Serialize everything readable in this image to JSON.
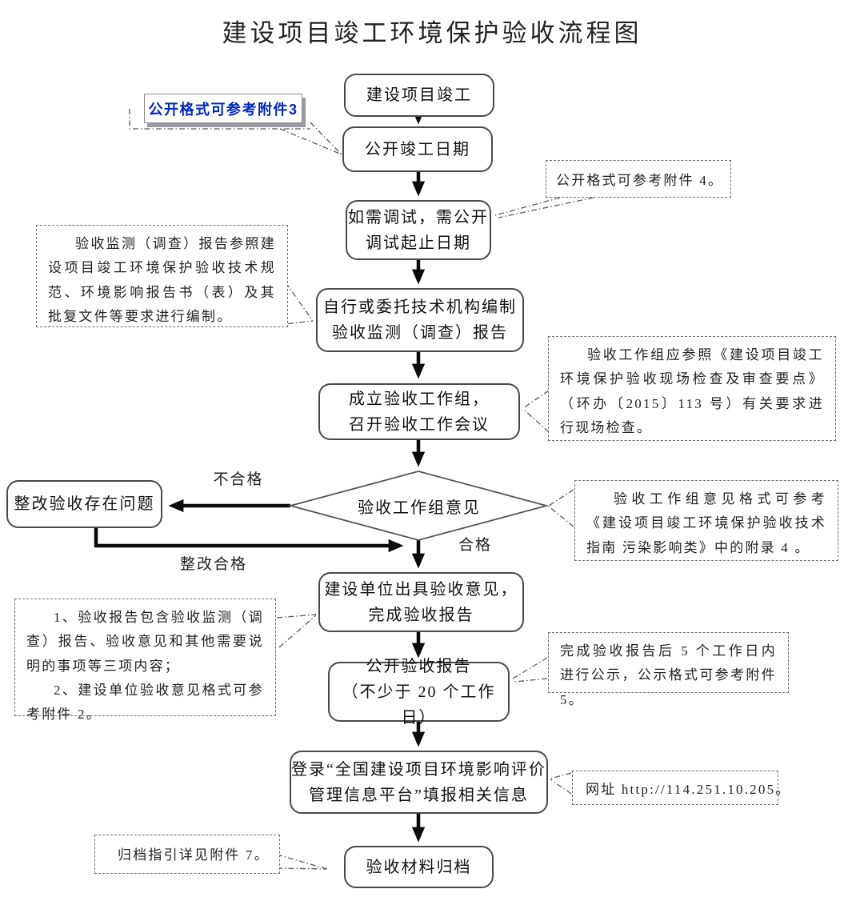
{
  "title": "建设项目竣工环境保护验收流程图",
  "nodes": {
    "start": "建设项目竣工",
    "publish_date": "公开竣工日期",
    "debug": "如需调试，需公开\n调试起止日期",
    "compile_report": "自行或委托技术机构编制\n验收监测（调查）报告",
    "workgroup": "成立验收工作组，\n召开验收工作会议",
    "decision": "验收工作组意见",
    "issue_opinion": "建设单位出具验收意见，\n完成验收报告",
    "publicize_report": "公开验收报告\n（不少于 20 个工作日）",
    "platform": "登录“全国建设项目环境影响评价\n管理信息平台”填报相关信息",
    "archive": "验收材料归档",
    "rework": "整改验收存在问题"
  },
  "edge_labels": {
    "fail": "不合格",
    "pass": "合格",
    "rework_pass": "整改合格"
  },
  "callouts": {
    "attachment3": "公开格式可参考附件3",
    "attachment4": "公开格式可参考附件 4。",
    "monitor_basis": "验收监测（调查）报告参照建设项目竣工环境保护验收技术规范、环境影响报告书（表）及其批复文件等要求进行编制。",
    "site_check": "验收工作组应参照《建设项目竣工环境保护验收现场检查及审查要点》（环办〔2015〕113 号）有关要求进行现场检查。",
    "opinion_format": "验收工作组意见格式可参考《建设项目竣工环境保护验收技术指南 污染影响类》中的附录 4 。",
    "report_item1": "1、验收报告包含验收监测（调查）报告、验收意见和其他需要说明的事项等三项内容；",
    "report_item2": "2、建设单位验收意见格式可参考附件 2。",
    "publicity5": "完成验收报告后 5 个工作日内进行公示，公示格式可参考附件 5。",
    "website": "网址 http://114.251.10.205。",
    "archive_guide": "归档指引详见附件 7。"
  },
  "colors": {
    "accent_blue": "#0026bf",
    "line_black": "#0a0a0a",
    "box_border": "#4a4a4a",
    "callout_border": "#6f6f6f"
  }
}
